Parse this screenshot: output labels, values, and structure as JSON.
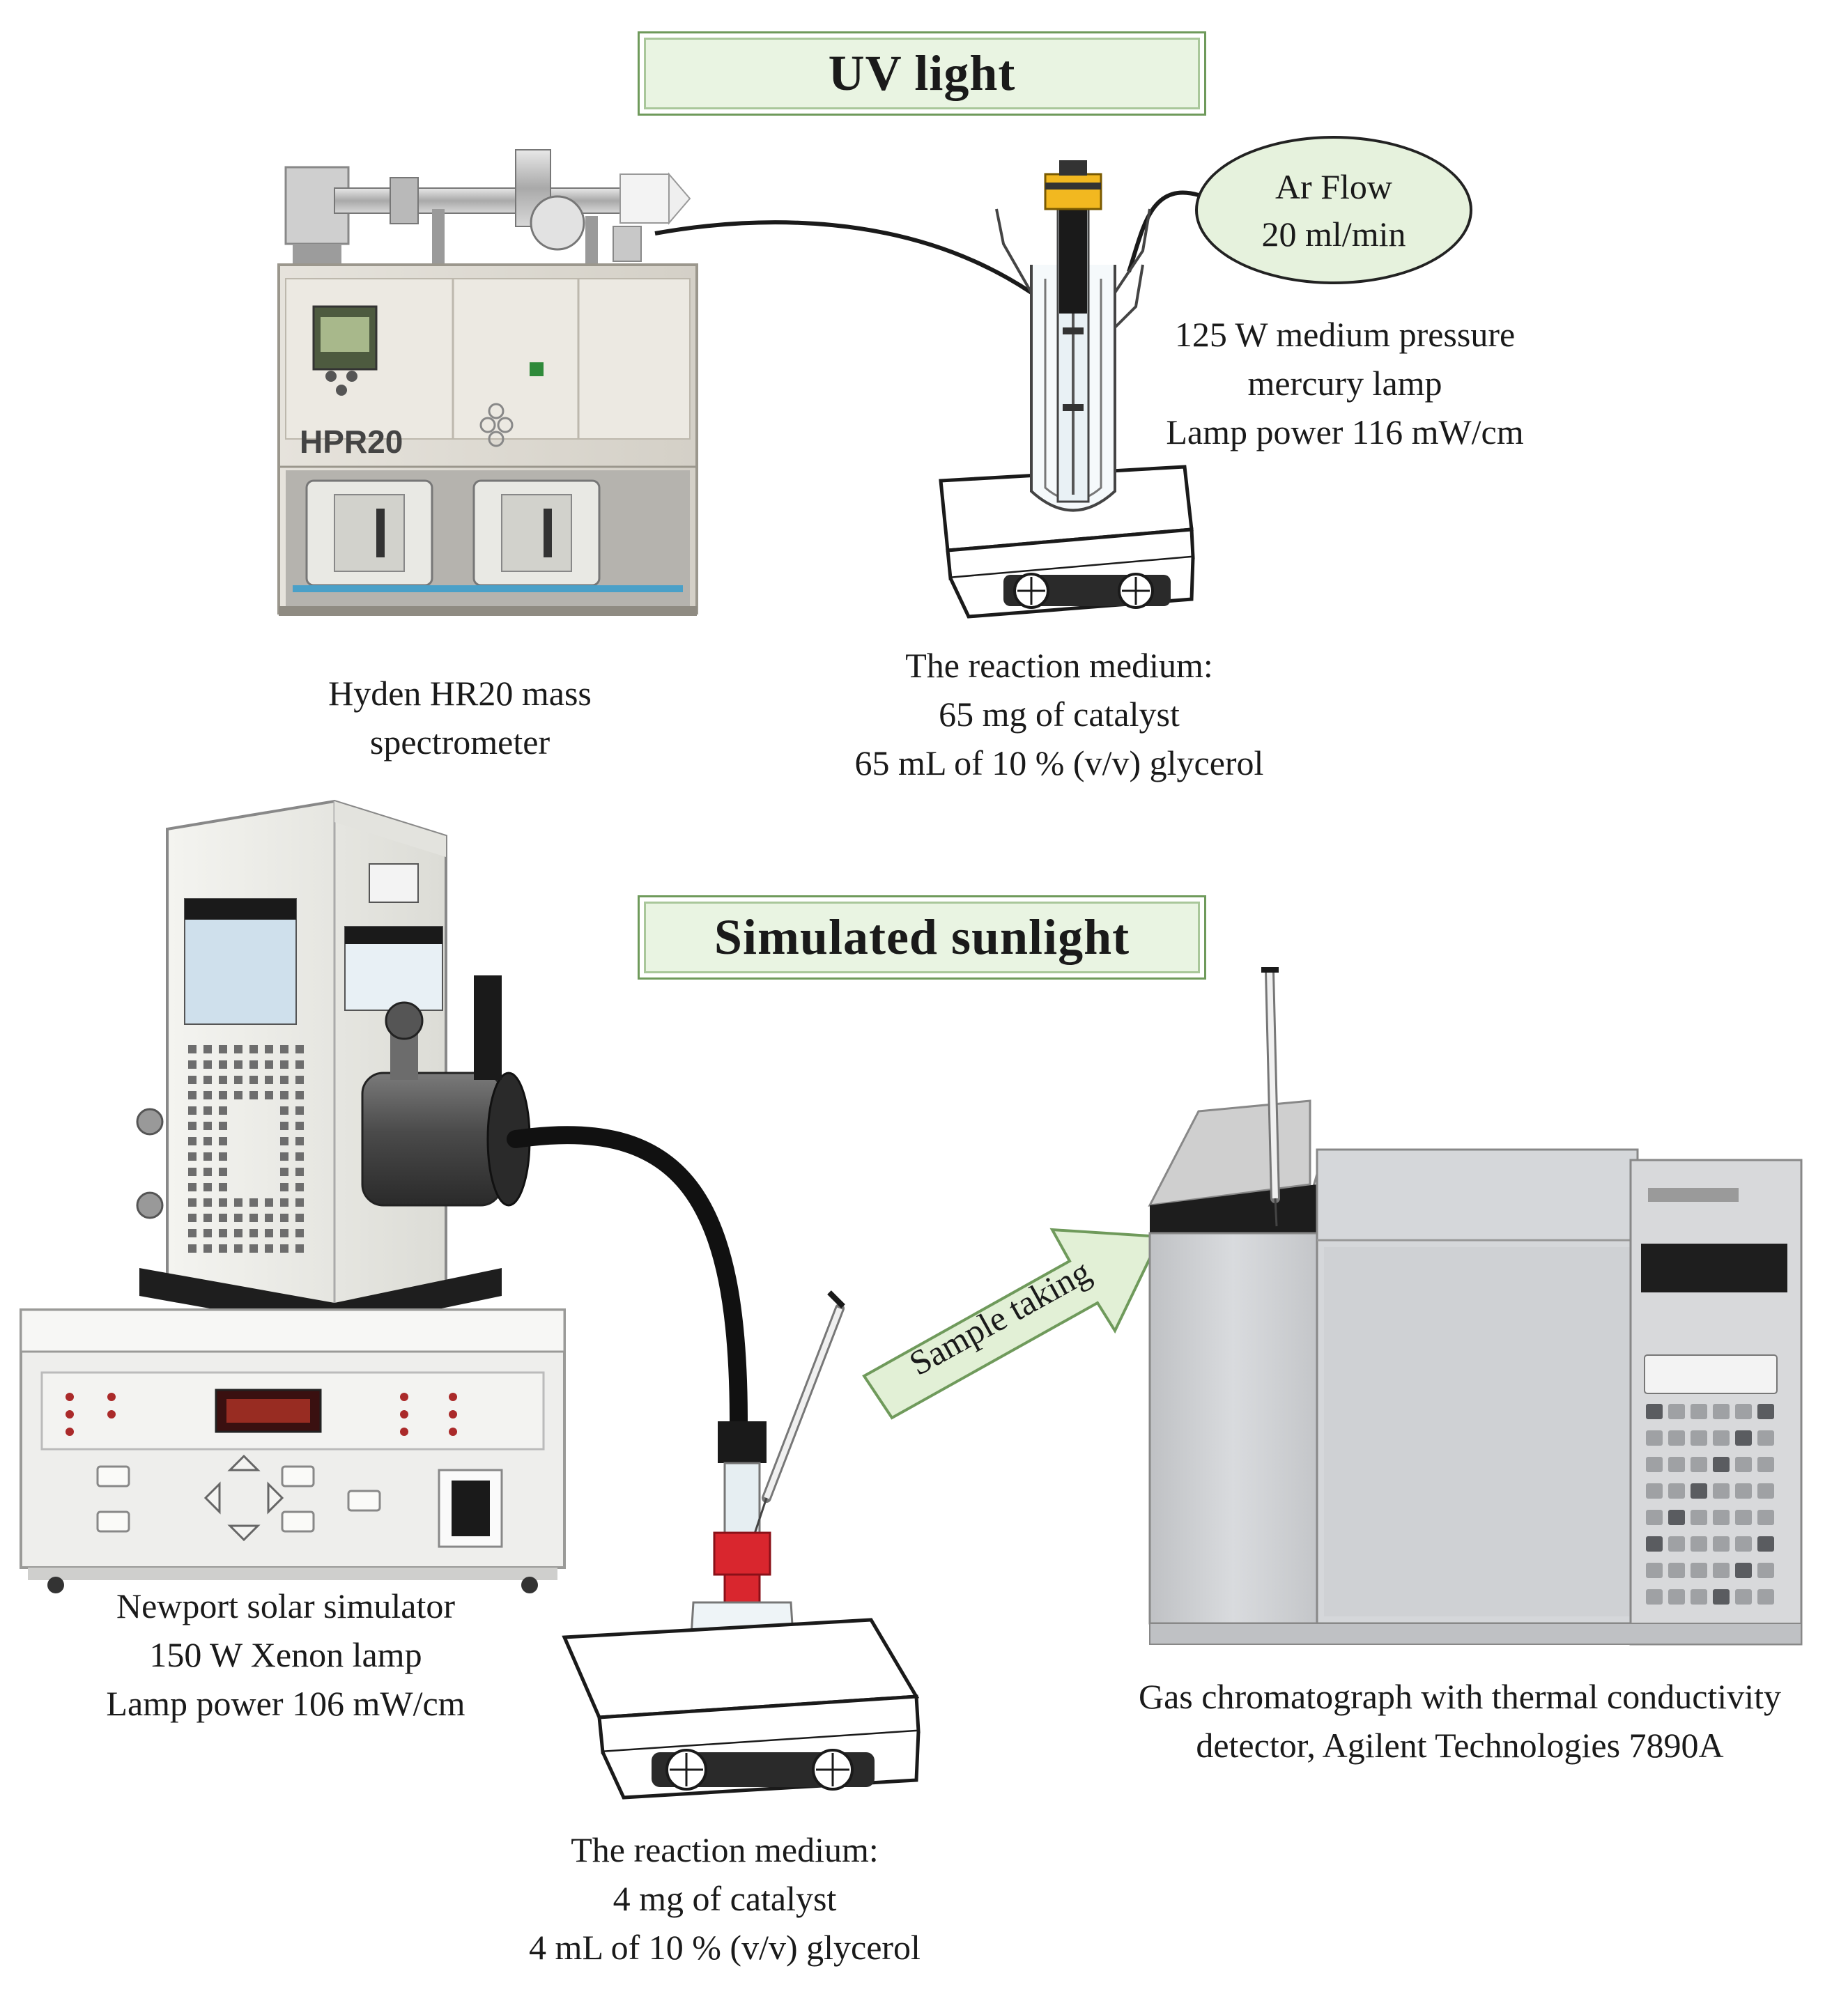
{
  "sections": {
    "uv_title": "UV light",
    "sun_title": "Simulated sunlight"
  },
  "uv": {
    "argon_line1": "Ar Flow",
    "argon_line2": "20 ml/min",
    "lamp_line1": "125 W medium pressure",
    "lamp_line2": "mercury lamp",
    "lamp_line3": "Lamp power 116 mW/cm",
    "ms_line1": "Hyden HR20 mass",
    "ms_line2": "spectrometer",
    "ms_panel_label": "HPR20",
    "medium_line1": "The reaction medium:",
    "medium_line2": "65 mg of catalyst",
    "medium_line3": "65 mL of 10 % (v/v) glycerol"
  },
  "sun": {
    "sim_line1": "Newport solar simulator",
    "sim_line2": "150 W Xenon lamp",
    "sim_line3": "Lamp power 106 mW/cm",
    "medium_line1": "The reaction medium:",
    "medium_line2": "4 mg of catalyst",
    "medium_line3": "4 mL of 10 % (v/v) glycerol",
    "arrow_label": "Sample taking",
    "gc_line1": "Gas chromatograph with thermal conductivity",
    "gc_line2": "detector, Agilent Technologies 7890A"
  },
  "colors": {
    "title_fill": "#e9f4e2",
    "title_border": "#6f9a5b",
    "ellipse_fill": "#e6f2dd",
    "arrow_fill": "#e2f0d6",
    "cap_red": "#d9262e",
    "lamp_yellow": "#f2b820"
  }
}
